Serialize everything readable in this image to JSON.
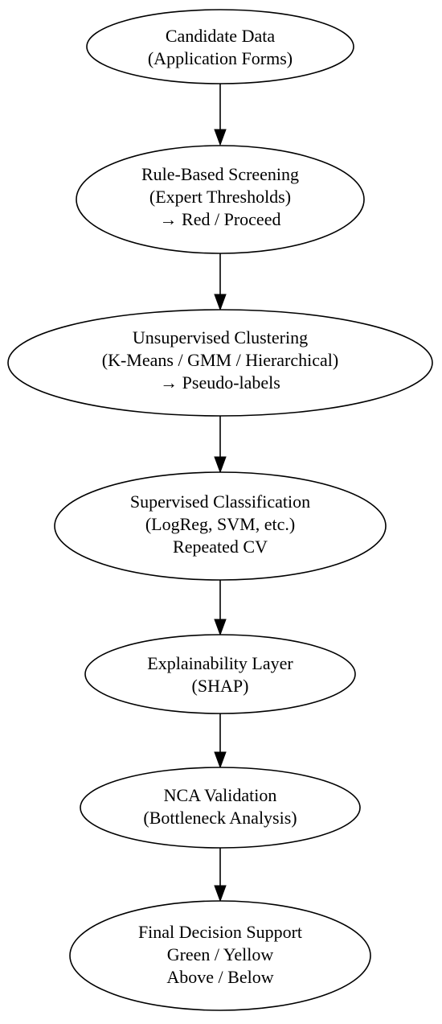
{
  "nodes": [
    {
      "id": "candidate-data",
      "lines": [
        "Candidate Data",
        "(Application Forms)"
      ]
    },
    {
      "id": "rule-based-screening",
      "lines": [
        "Rule-Based Screening",
        "(Expert Thresholds)",
        "→ Red / Proceed"
      ]
    },
    {
      "id": "unsupervised-clustering",
      "lines": [
        "Unsupervised Clustering",
        "(K-Means / GMM / Hierarchical)",
        "→ Pseudo-labels"
      ]
    },
    {
      "id": "supervised-classification",
      "lines": [
        "Supervised Classification",
        "(LogReg, SVM, etc.)",
        "Repeated CV"
      ]
    },
    {
      "id": "explainability-layer",
      "lines": [
        "Explainability Layer",
        "(SHAP)"
      ]
    },
    {
      "id": "nca-validation",
      "lines": [
        "NCA Validation",
        "(Bottleneck Analysis)"
      ]
    },
    {
      "id": "final-decision-support",
      "lines": [
        "Final Decision Support",
        "Green / Yellow",
        "Above / Below"
      ]
    }
  ],
  "edges": [
    {
      "from": "candidate-data",
      "to": "rule-based-screening"
    },
    {
      "from": "rule-based-screening",
      "to": "unsupervised-clustering"
    },
    {
      "from": "unsupervised-clustering",
      "to": "supervised-classification"
    },
    {
      "from": "supervised-classification",
      "to": "explainability-layer"
    },
    {
      "from": "explainability-layer",
      "to": "nca-validation"
    },
    {
      "from": "nca-validation",
      "to": "final-decision-support"
    }
  ]
}
